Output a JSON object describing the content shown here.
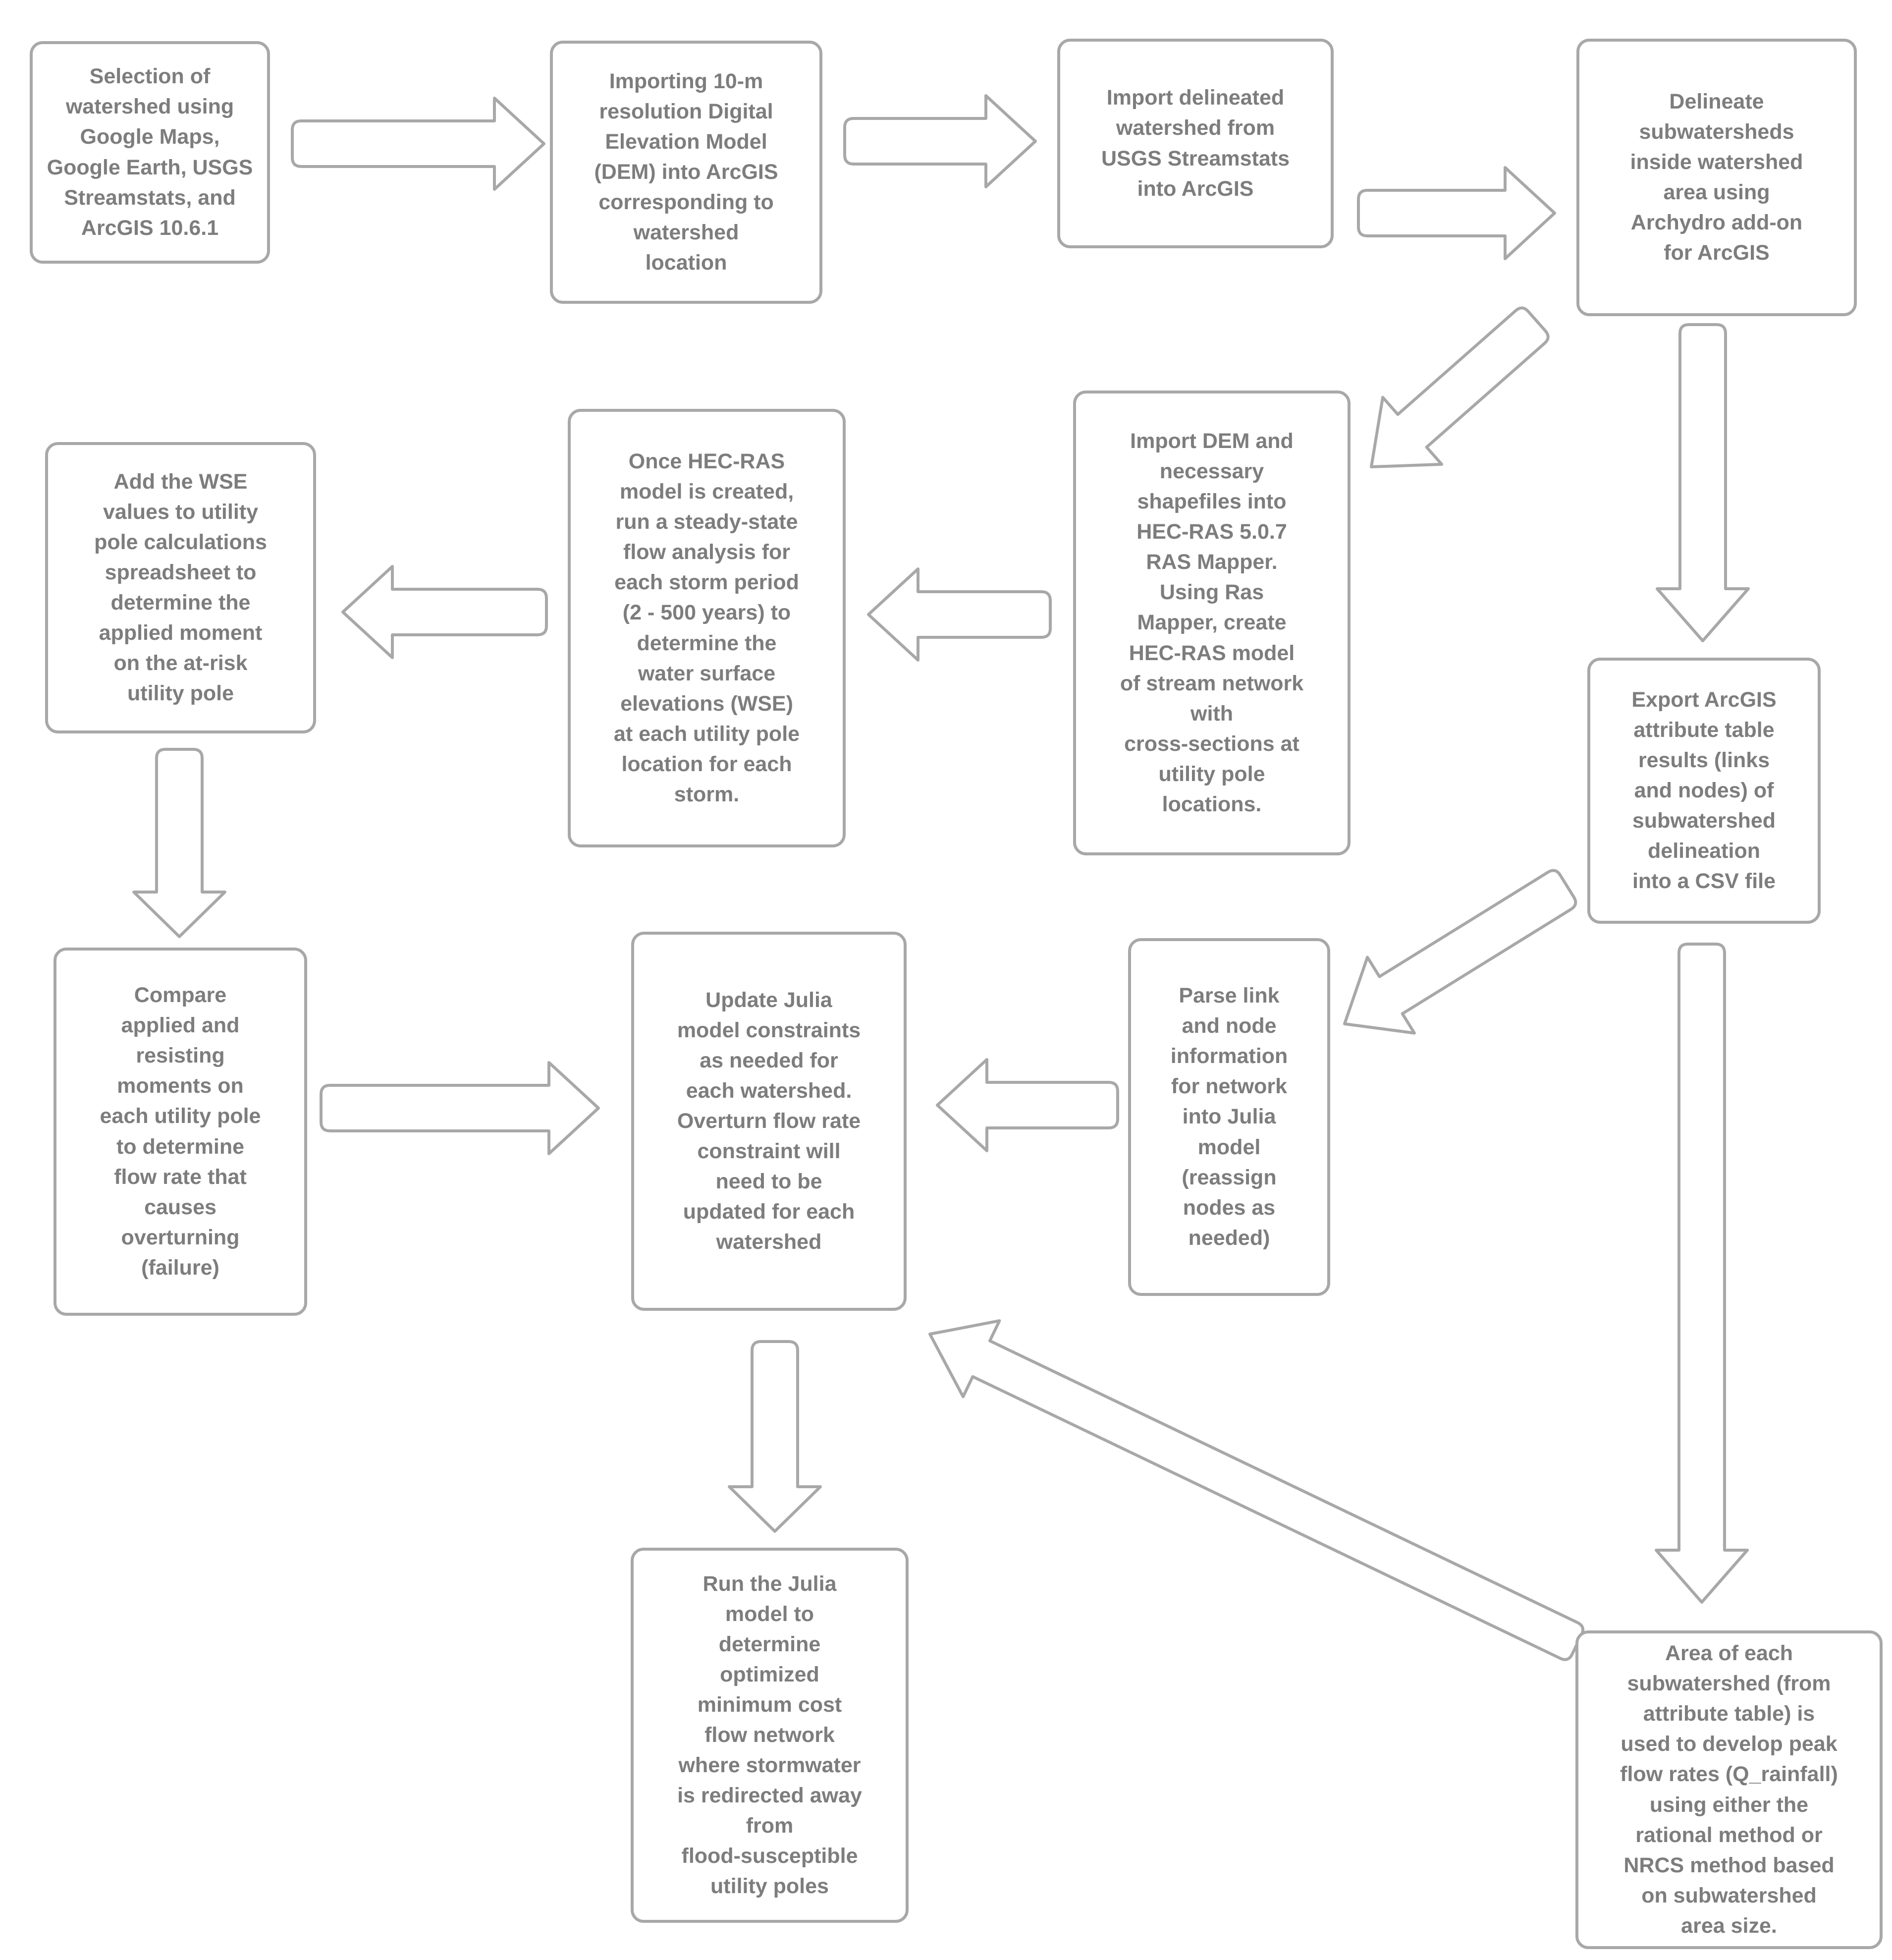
{
  "diagram_title": "",
  "colors": {
    "background": "#ffffff",
    "box_border": "#a8a8a8",
    "box_fill": "#ffffff",
    "text": "#7d7d7d",
    "arrow_outline": "#a8a8a8",
    "arrow_fill": "#ffffff"
  },
  "nodes": [
    {
      "id": "selection",
      "text": "Selection of\nwatershed using\nGoogle Maps,\nGoogle Earth, USGS\nStreamstats, and\nArcGIS 10.6.1"
    },
    {
      "id": "import-dem-gis",
      "text": "Importing 10-m\nresolution Digital\nElevation Model\n(DEM) into ArcGIS\ncorresponding to\nwatershed\nlocation"
    },
    {
      "id": "import-watershed",
      "text": "Import delineated\nwatershed from\nUSGS Streamstats\ninto ArcGIS"
    },
    {
      "id": "delineate-subwatersheds",
      "text": "Delineate\nsubwatersheds\ninside watershed\narea using\nArchydro add-on\nfor ArcGIS"
    },
    {
      "id": "hecras-mapper",
      "text": "Import DEM and\nnecessary\nshapefiles into\nHEC-RAS 5.0.7\nRAS Mapper.\nUsing Ras\nMapper, create\nHEC-RAS model\nof stream network\nwith\ncross-sections at\nutility pole\nlocations."
    },
    {
      "id": "steady-state-flow",
      "text": "Once HEC-RAS\nmodel is created,\nrun a steady-state\nflow analysis for\neach storm period\n(2 - 500 years) to\ndetermine the\nwater surface\nelevations (WSE)\nat each utility pole\nlocation for each\nstorm."
    },
    {
      "id": "add-wse",
      "text": "Add the WSE\nvalues to utility\npole calculations\nspreadsheet to\ndetermine the\napplied moment\non the at-risk\nutility pole"
    },
    {
      "id": "export-csv",
      "text": "Export ArcGIS\nattribute table\nresults (links\nand nodes) of\nsubwatershed\ndelineation\ninto a CSV file"
    },
    {
      "id": "compare-moments",
      "text": "Compare\napplied and\nresisting\nmoments on\neach utility pole\nto determine\nflow rate that\ncauses\noverturning\n(failure)"
    },
    {
      "id": "update-julia",
      "text": "Update Julia\nmodel constraints\nas needed for\neach watershed.\nOverturn flow rate\nconstraint will\nneed to be\nupdated for each\nwatershed"
    },
    {
      "id": "parse-links",
      "text": "Parse link\nand node\ninformation\nfor network\ninto Julia\nmodel\n(reassign\nnodes as\nneeded)"
    },
    {
      "id": "run-julia",
      "text": "Run the Julia\nmodel to\ndetermine\noptimized\nminimum cost\nflow network\nwhere stormwater\nis redirected away\nfrom\nflood-susceptible\nutility poles"
    },
    {
      "id": "area-peakflow",
      "text": "Area of each\nsubwatershed (from\nattribute table) is\nused to develop peak\nflow rates (Q_rainfall)\nusing either the\nrational method or\nNRCS method based\non subwatershed\narea size."
    }
  ],
  "edges": [
    {
      "from": "selection",
      "to": "import-dem-gis"
    },
    {
      "from": "import-dem-gis",
      "to": "import-watershed"
    },
    {
      "from": "import-watershed",
      "to": "delineate-subwatersheds"
    },
    {
      "from": "delineate-subwatersheds",
      "to": "hecras-mapper"
    },
    {
      "from": "delineate-subwatersheds",
      "to": "export-csv"
    },
    {
      "from": "hecras-mapper",
      "to": "steady-state-flow"
    },
    {
      "from": "steady-state-flow",
      "to": "add-wse"
    },
    {
      "from": "add-wse",
      "to": "compare-moments"
    },
    {
      "from": "compare-moments",
      "to": "update-julia"
    },
    {
      "from": "export-csv",
      "to": "parse-links"
    },
    {
      "from": "parse-links",
      "to": "update-julia"
    },
    {
      "from": "export-csv",
      "to": "area-peakflow"
    },
    {
      "from": "area-peakflow",
      "to": "update-julia"
    },
    {
      "from": "update-julia",
      "to": "run-julia"
    }
  ]
}
